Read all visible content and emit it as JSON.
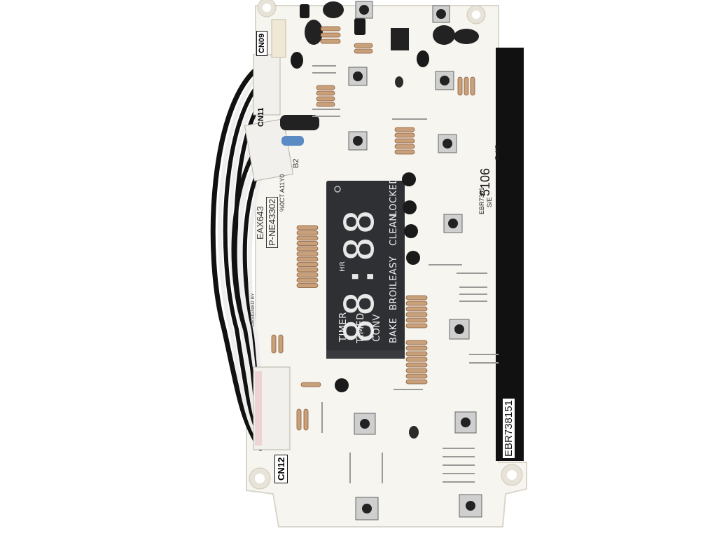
{
  "board": {
    "part_number": "EBR738151",
    "connectors": [
      "CN09",
      "CN11",
      "CN12"
    ],
    "labels": {
      "eax": "EAX643",
      "pne": "P-NE43302",
      "b2": "B2",
      "date": "%0CT A11Y0",
      "designed": "DESIGNED BY",
      "code_5106": "5106",
      "ebr_small": "EBR7381",
      "sse": "S/E",
      "rohs": "RoHS"
    }
  },
  "display": {
    "digits": "88:88",
    "hr": "HR",
    "indicators": [
      "TIMER",
      "TIMED",
      "CONV",
      "BAKE",
      "BROIL",
      "EASY",
      "CLEAN",
      "LOCKED"
    ]
  },
  "colors": {
    "pcb": "#f6f5ef",
    "display": "#2f3033",
    "segments": "#e8e8e8",
    "black_stripe": "#111111",
    "resistor": "#c8a07a"
  }
}
